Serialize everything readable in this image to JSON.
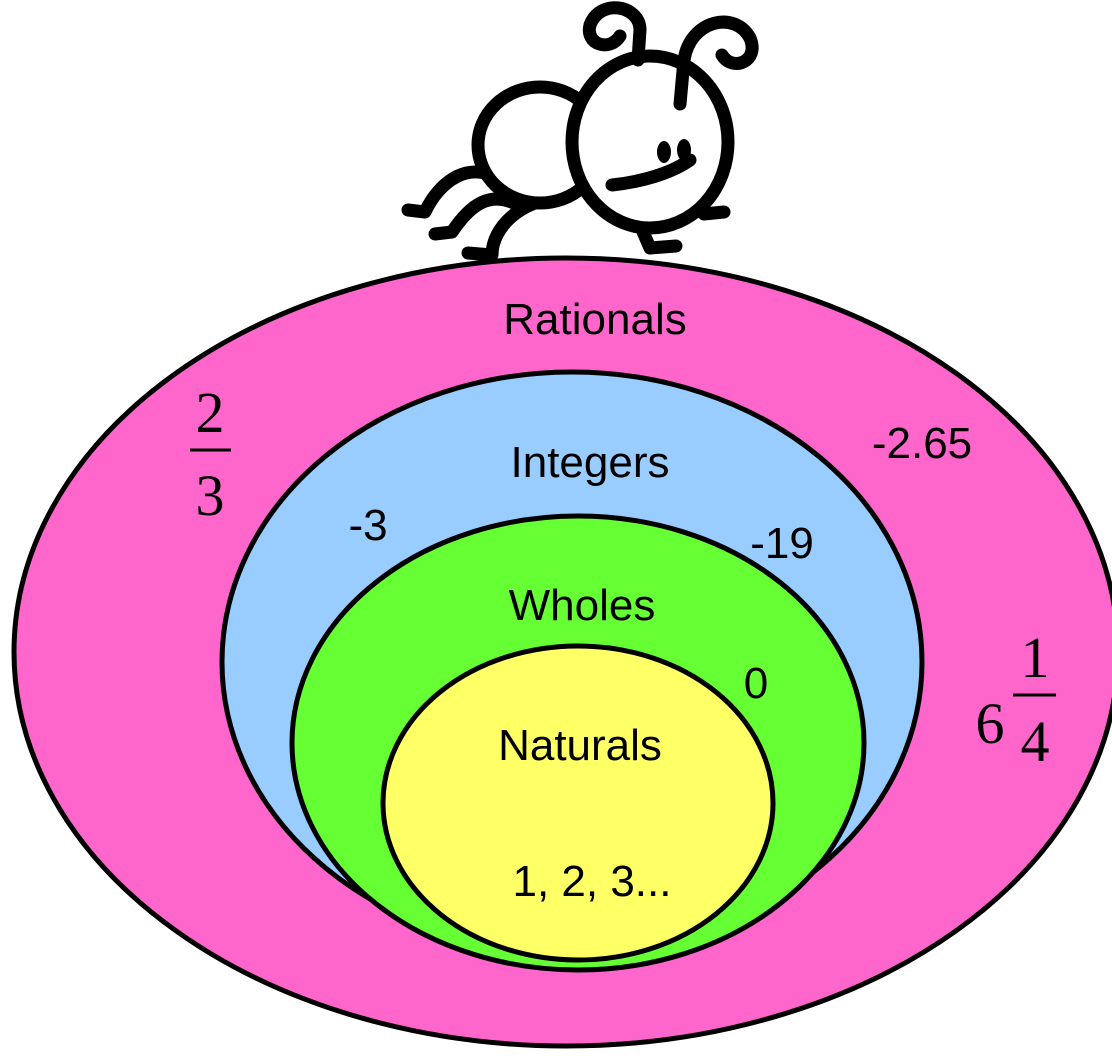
{
  "colors": {
    "rationals": "#FF66CC",
    "integers": "#99CCFF",
    "wholes": "#66FF33",
    "naturals": "#FFFF66",
    "outline": "#000000"
  },
  "sets": {
    "rationals": {
      "label": "Rationals"
    },
    "integers": {
      "label": "Integers"
    },
    "wholes": {
      "label": "Wholes"
    },
    "naturals": {
      "label": "Naturals"
    }
  },
  "samples": {
    "two_thirds": {
      "numerator": "2",
      "denominator": "3"
    },
    "neg_2_65": "-2.65",
    "six_and_quarter": {
      "whole": "6",
      "numerator": "1",
      "denominator": "4"
    },
    "neg_3": "-3",
    "neg_19": "-19",
    "zero": "0",
    "naturals_list": "1, 2, 3..."
  },
  "icons": {
    "mascot": "cartoon-bug-icon"
  }
}
